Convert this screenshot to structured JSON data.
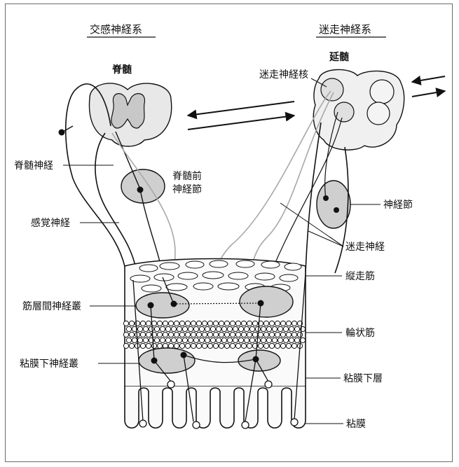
{
  "headers": {
    "sympathetic": "交感神経系",
    "vagal": "迷走神経系"
  },
  "labels": {
    "spinal_cord": "脊髄",
    "medulla": "延髄",
    "vagal_nucleus": "迷走神経核",
    "spinal_nerve": "脊髄神経",
    "prevertebral_ganglion_1": "脊髄前",
    "prevertebral_ganglion_2": "神経節",
    "sensory_nerve": "感覚神経",
    "ganglion": "神経節",
    "vagus_nerve": "迷走神経",
    "longitudinal_muscle": "縦走筋",
    "myenteric_plexus": "筋層間神経叢",
    "circular_muscle": "輪状筋",
    "submucosal_plexus": "粘膜下神経叢",
    "submucosa": "粘膜下層",
    "mucosa": "粘膜"
  },
  "colors": {
    "line": "#111111",
    "gray_fill": "#cfcfcf",
    "light_fill": "#e6e6e6",
    "gray_nerve": "#a8a8a8"
  }
}
